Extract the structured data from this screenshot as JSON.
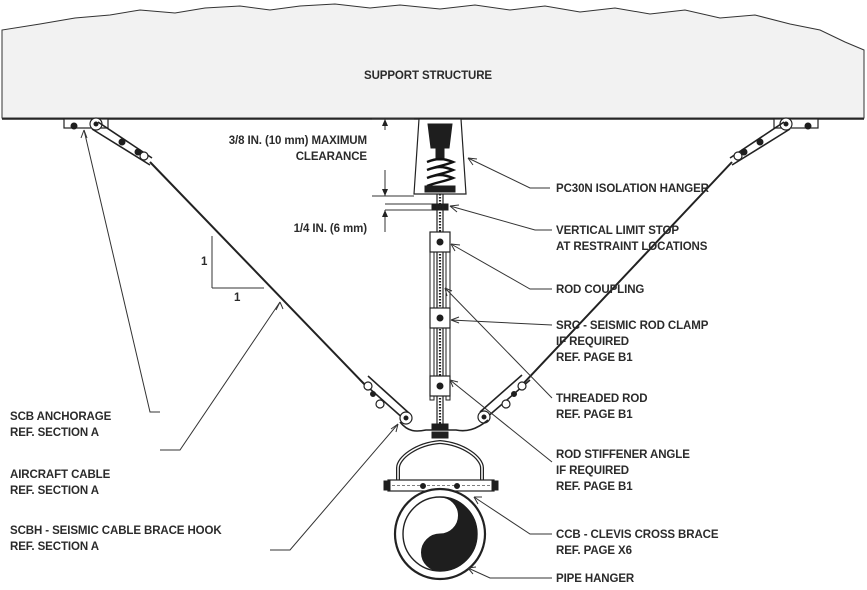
{
  "labels": {
    "support_structure": "SUPPORT STRUCTURE",
    "clearance_line1": "3/8 IN. (10 mm) MAXIMUM",
    "clearance_line2": "CLEARANCE",
    "gap_bottom": "1/4 IN. (6 mm)",
    "isolation_hanger": "PC30N ISOLATION HANGER",
    "limit_stop_line1": "VERTICAL LIMIT STOP",
    "limit_stop_line2": "AT RESTRAINT LOCATIONS",
    "rod_coupling": "ROD COUPLING",
    "src_line1": "SRC - SEISMIC ROD CLAMP",
    "src_line2": "IF REQUIRED",
    "src_line3": "REF. PAGE B1",
    "threaded_rod_line1": "THREADED ROD",
    "threaded_rod_line2": "REF. PAGE B1",
    "stiffener_line1": "ROD STIFFENER ANGLE",
    "stiffener_line2": "IF REQUIRED",
    "stiffener_line3": "REF. PAGE B1",
    "ccb_line1": "CCB - CLEVIS CROSS BRACE",
    "ccb_line2": "REF. PAGE X6",
    "pipe_hanger": "PIPE HANGER",
    "scb_line1": "SCB ANCHORAGE",
    "scb_line2": "REF. SECTION A",
    "aircraft_line1": "AIRCRAFT CABLE",
    "aircraft_line2": "REF. SECTION A",
    "scbh_line1": "SCBH - SEISMIC CABLE BRACE HOOK",
    "scbh_line2": "REF. SECTION A",
    "slope_rise": "1",
    "slope_run": "1"
  },
  "colors": {
    "line": "#222222",
    "text": "#2b2b2b",
    "structure_fill": "#f2f2f2",
    "dark_fill": "#1e1e1e"
  }
}
